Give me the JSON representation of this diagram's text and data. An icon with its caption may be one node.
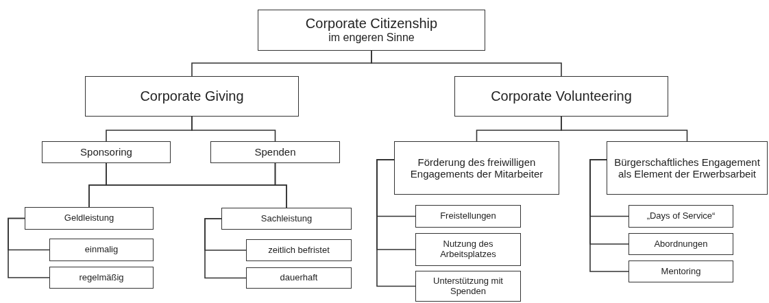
{
  "diagram": {
    "nodes": [
      {
        "text": [
          "Corporate Citizenship",
          "im engeren Sinne"
        ]
      },
      {
        "text": [
          "Corporate Giving"
        ]
      },
      {
        "text": [
          "Corporate Volunteering"
        ]
      },
      {
        "text": [
          "Sponsoring"
        ]
      },
      {
        "text": [
          "Spenden"
        ]
      },
      {
        "text": [
          "Geldleistung"
        ]
      },
      {
        "text": [
          "einmalig"
        ]
      },
      {
        "text": [
          "regelmäßig"
        ]
      },
      {
        "text": [
          "Sachleistung"
        ]
      },
      {
        "text": [
          "zeitlich befristet"
        ]
      },
      {
        "text": [
          "dauerhaft"
        ]
      },
      {
        "text": [
          "Förderung des freiwilligen Engagements der Mitarbeiter"
        ]
      },
      {
        "text": [
          "Freistellungen"
        ]
      },
      {
        "text": [
          "Nutzung des Arbeitsplatzes"
        ]
      },
      {
        "text": [
          "Unterstützung mit Spenden"
        ]
      },
      {
        "text": [
          "Bürgerschaftliches Engagement als Element der Erwerbsarbeit"
        ]
      },
      {
        "text": [
          "„Days of Service“"
        ]
      },
      {
        "text": [
          "Abordnungen"
        ]
      },
      {
        "text": [
          "Mentoring"
        ]
      }
    ],
    "edges": [
      {
        "from": 0,
        "to": 1,
        "arrow": "none"
      },
      {
        "from": 0,
        "to": 2,
        "arrow": "none"
      },
      {
        "from": 1,
        "to": 3,
        "arrow": "none"
      },
      {
        "from": 1,
        "to": 4,
        "arrow": "none"
      },
      {
        "from": 3,
        "to": 5,
        "arrow": "none"
      },
      {
        "from": 3,
        "to": 8,
        "arrow": "none"
      },
      {
        "from": 4,
        "to": 5,
        "arrow": "none"
      },
      {
        "from": 4,
        "to": 8,
        "arrow": "none"
      },
      {
        "from": 5,
        "to": 6,
        "arrow": "none"
      },
      {
        "from": 5,
        "to": 7,
        "arrow": "none"
      },
      {
        "from": 8,
        "to": 9,
        "arrow": "none"
      },
      {
        "from": 8,
        "to": 10,
        "arrow": "none"
      },
      {
        "from": 2,
        "to": 11,
        "arrow": "none"
      },
      {
        "from": 2,
        "to": 15,
        "arrow": "none"
      },
      {
        "from": 11,
        "to": 12,
        "arrow": "none"
      },
      {
        "from": 11,
        "to": 13,
        "arrow": "none"
      },
      {
        "from": 11,
        "to": 14,
        "arrow": "none"
      },
      {
        "from": 15,
        "to": 16,
        "arrow": "none"
      },
      {
        "from": 15,
        "to": 17,
        "arrow": "none"
      },
      {
        "from": 15,
        "to": 18,
        "arrow": "none"
      }
    ]
  }
}
